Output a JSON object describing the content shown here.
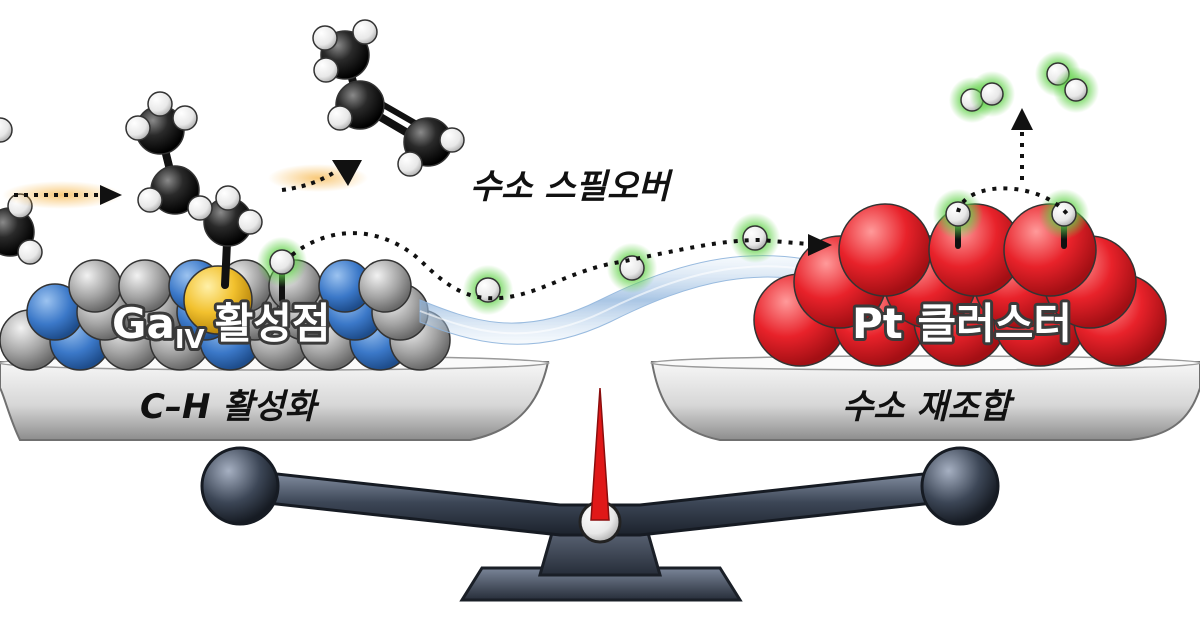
{
  "labels": {
    "site": "Ga",
    "site_sub": "IV",
    "site_suffix": "활성점",
    "cluster": "Pt 클러스터",
    "spillover": "수소 스필오버",
    "left_pan": "C–H 활성화",
    "right_pan": "수소 재조합"
  },
  "colors": {
    "pt": "#e8222a",
    "ga": "#f2c12e",
    "support_gray": "#a9a9a9",
    "support_blue": "#3b78c8",
    "carbon": "#1b1b1b",
    "hydrogen_glow": "#62d24a",
    "arrow_orange": "#f0a030",
    "beam": "#3c4656",
    "pointer": "#e01818"
  },
  "icons": [
    "balance-scale",
    "propane-molecule",
    "propene-molecule",
    "hydrogen-molecule"
  ]
}
